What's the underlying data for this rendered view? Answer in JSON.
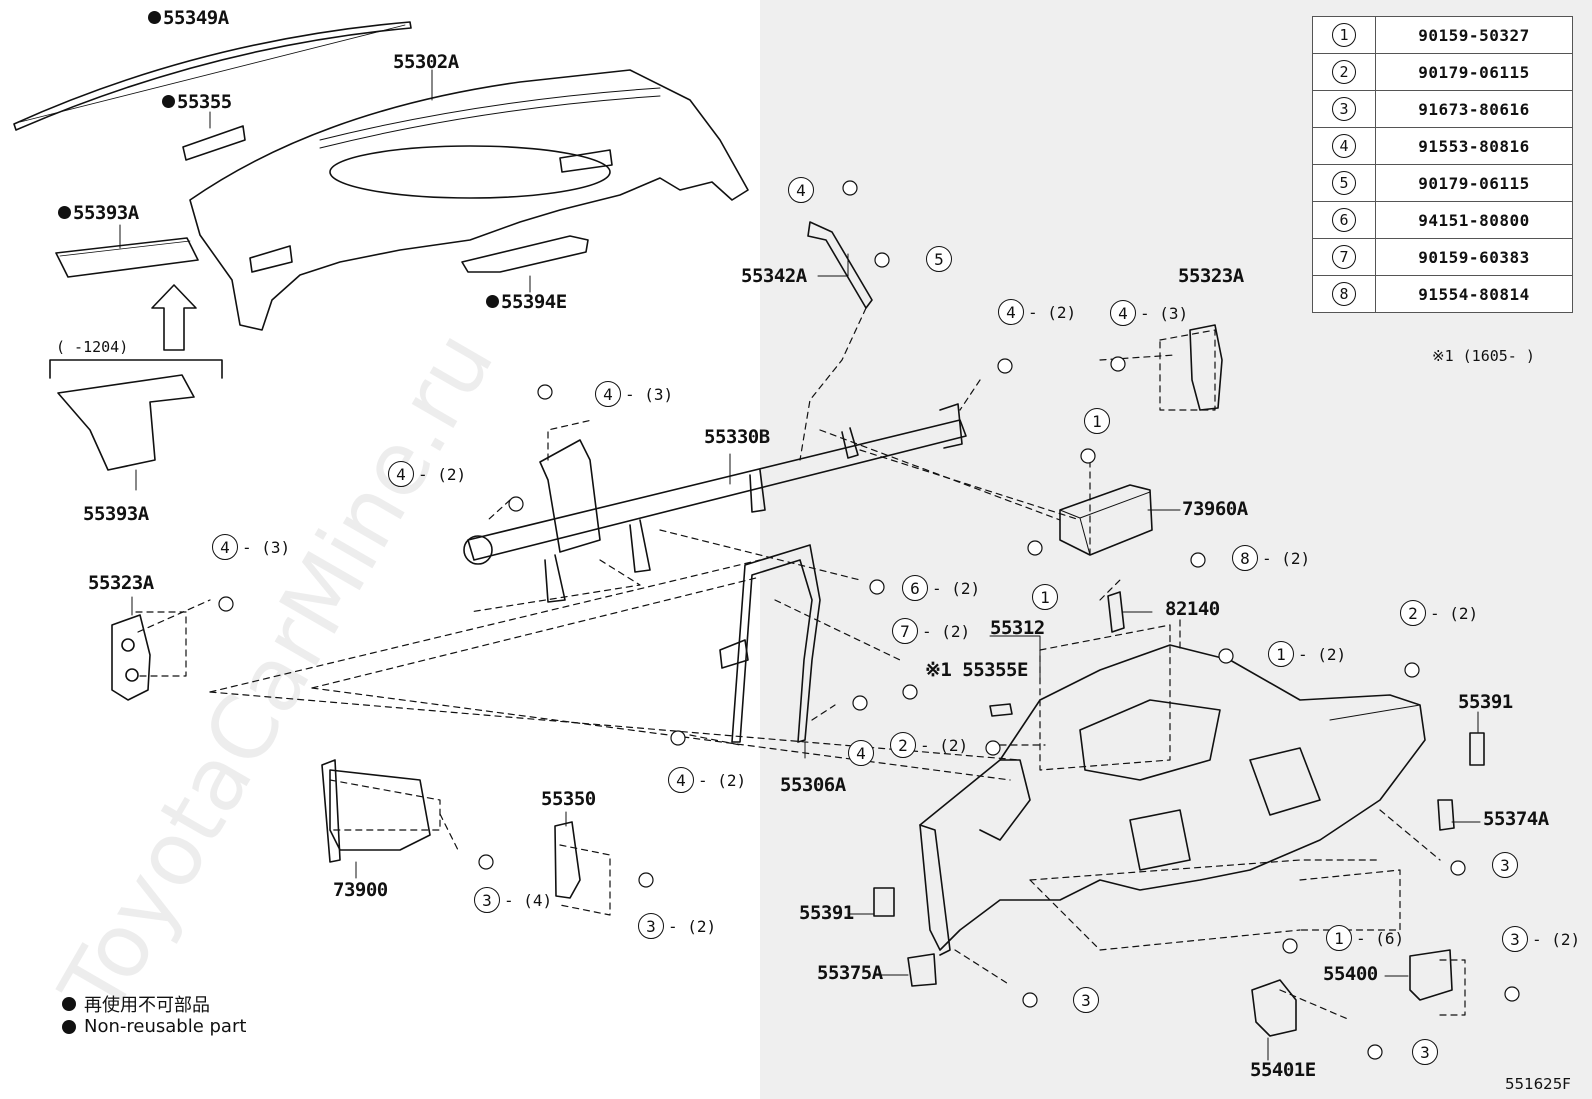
{
  "part_table": [
    {
      "ref": "1",
      "part_no": "90159-50327"
    },
    {
      "ref": "2",
      "part_no": "90179-06115"
    },
    {
      "ref": "3",
      "part_no": "91673-80616"
    },
    {
      "ref": "4",
      "part_no": "91553-80816"
    },
    {
      "ref": "5",
      "part_no": "90179-06115"
    },
    {
      "ref": "6",
      "part_no": "94151-80800"
    },
    {
      "ref": "7",
      "part_no": "90159-60383"
    },
    {
      "ref": "8",
      "part_no": "91554-80814"
    }
  ],
  "notes": {
    "range_1204": "(      -1204)",
    "range_1605": "※1 (1605-      )"
  },
  "labels": {
    "p55349A": "55349A",
    "p55302A": "55302A",
    "p55355": "55355",
    "p55393A_top": "55393A",
    "p55394E": "55394E",
    "p55342A": "55342A",
    "p55393A_bottom": "55393A",
    "p55330B": "55330B",
    "p55323A_left": "55323A",
    "p55323A_right": "55323A",
    "p73960A": "73960A",
    "p82140": "82140",
    "p55312": "55312",
    "p55355E": "※1 55355E",
    "p55306A": "55306A",
    "p55391_right": "55391",
    "p55374A": "55374A",
    "p55350": "55350",
    "p73900": "73900",
    "p55391_bottom": "55391",
    "p55375A": "55375A",
    "p55400": "55400",
    "p55401E": "55401E"
  },
  "callouts": [
    {
      "id": "c01",
      "num": "4",
      "qty": ""
    },
    {
      "id": "c02",
      "num": "5",
      "qty": ""
    },
    {
      "id": "c03",
      "num": "4",
      "qty": "- (2)"
    },
    {
      "id": "c04",
      "num": "4",
      "qty": "- (3)"
    },
    {
      "id": "c05",
      "num": "4",
      "qty": "- (3)"
    },
    {
      "id": "c06",
      "num": "4",
      "qty": "- (2)"
    },
    {
      "id": "c07",
      "num": "1",
      "qty": ""
    },
    {
      "id": "c08",
      "num": "4",
      "qty": "- (3)"
    },
    {
      "id": "c09",
      "num": "8",
      "qty": "- (2)"
    },
    {
      "id": "c10",
      "num": "1",
      "qty": ""
    },
    {
      "id": "c11",
      "num": "6",
      "qty": "- (2)"
    },
    {
      "id": "c12",
      "num": "7",
      "qty": "- (2)"
    },
    {
      "id": "c13",
      "num": "2",
      "qty": "- (2)"
    },
    {
      "id": "c14",
      "num": "1",
      "qty": "- (2)"
    },
    {
      "id": "c15",
      "num": "2",
      "qty": "- (2)"
    },
    {
      "id": "c16",
      "num": "4",
      "qty": ""
    },
    {
      "id": "c17",
      "num": "4",
      "qty": "- (2)"
    },
    {
      "id": "c18",
      "num": "3",
      "qty": ""
    },
    {
      "id": "c19",
      "num": "3",
      "qty": "- (4)"
    },
    {
      "id": "c20",
      "num": "3",
      "qty": "- (2)"
    },
    {
      "id": "c21",
      "num": "1",
      "qty": "- (6)"
    },
    {
      "id": "c22",
      "num": "3",
      "qty": "- (2)"
    },
    {
      "id": "c23",
      "num": "3",
      "qty": ""
    },
    {
      "id": "c24",
      "num": "3",
      "qty": ""
    }
  ],
  "legend": {
    "japanese": "再使用不可部品",
    "english": "Non-reusable part"
  },
  "diagram_code": "551625F",
  "watermark": "ToyotaCarMine.ru"
}
